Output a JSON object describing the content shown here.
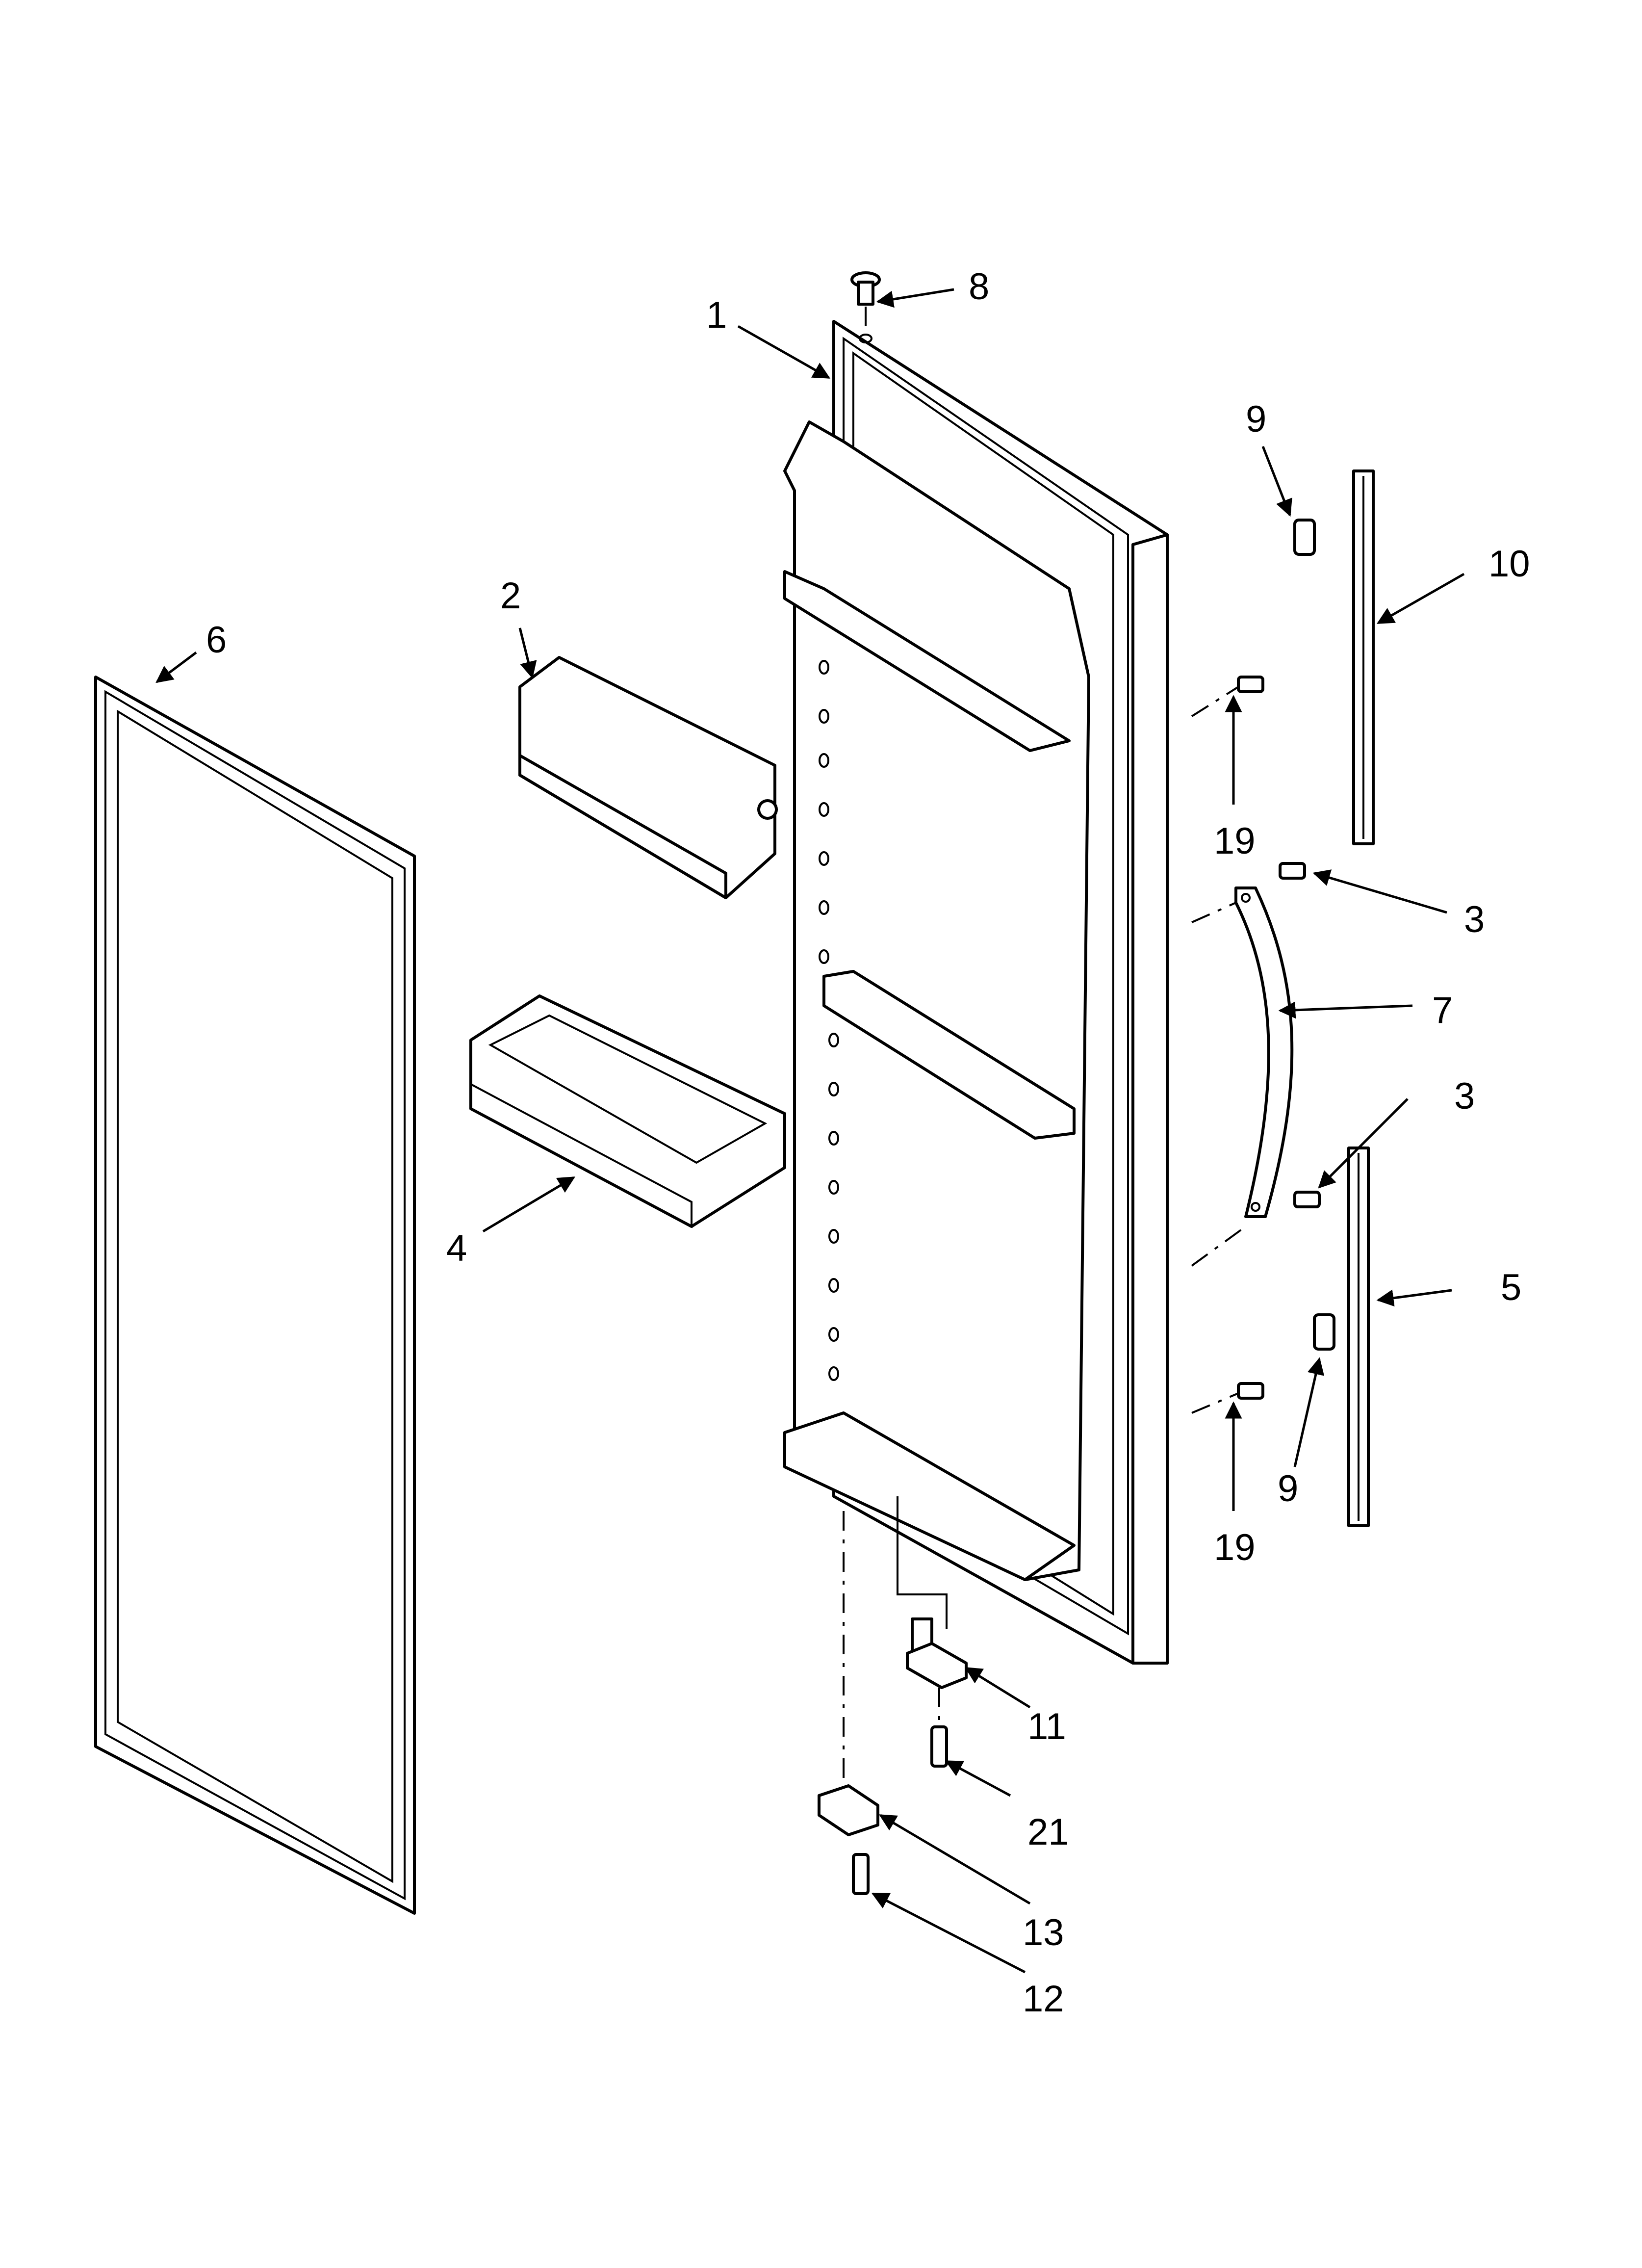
{
  "callouts": [
    {
      "id": "c1",
      "label": "1"
    },
    {
      "id": "c2",
      "label": "2"
    },
    {
      "id": "c3a",
      "label": "3"
    },
    {
      "id": "c3b",
      "label": "3"
    },
    {
      "id": "c4",
      "label": "4"
    },
    {
      "id": "c5",
      "label": "5"
    },
    {
      "id": "c6",
      "label": "6"
    },
    {
      "id": "c7",
      "label": "7"
    },
    {
      "id": "c8",
      "label": "8"
    },
    {
      "id": "c9a",
      "label": "9"
    },
    {
      "id": "c9b",
      "label": "9"
    },
    {
      "id": "c10",
      "label": "10"
    },
    {
      "id": "c11",
      "label": "11"
    },
    {
      "id": "c12",
      "label": "12"
    },
    {
      "id": "c13",
      "label": "13"
    },
    {
      "id": "c19a",
      "label": "19"
    },
    {
      "id": "c19b",
      "label": "19"
    },
    {
      "id": "c21",
      "label": "21"
    }
  ]
}
